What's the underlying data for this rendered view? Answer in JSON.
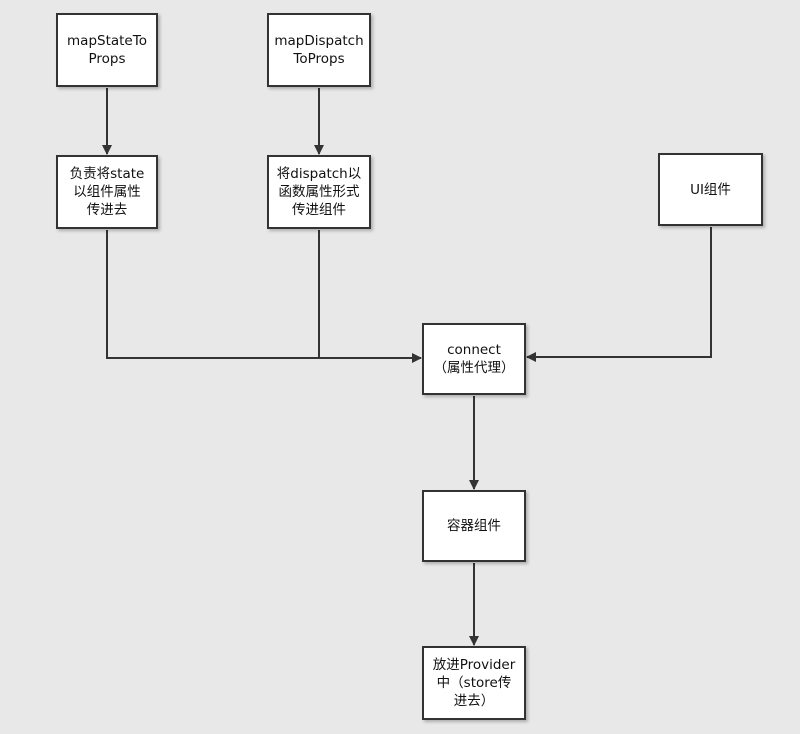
{
  "diagram": {
    "nodes": {
      "mapstate": {
        "label": "mapStateTo\nProps"
      },
      "mapdispatch": {
        "label": "mapDispatch\nToProps"
      },
      "state": {
        "label": "负责将state\n以组件属性\n传进去"
      },
      "dispatch": {
        "label": "将dispatch以\n函数属性形式\n传进组件"
      },
      "ui": {
        "label": "UI组件"
      },
      "connect": {
        "label": "connect\n（属性代理）"
      },
      "container": {
        "label": "容器组件"
      },
      "provider": {
        "label": "放进Provider\n中（store传\n进去）"
      }
    },
    "edges": [
      {
        "from": "mapstate",
        "to": "state"
      },
      {
        "from": "mapdispatch",
        "to": "dispatch"
      },
      {
        "from": "state",
        "to": "connect"
      },
      {
        "from": "dispatch",
        "to": "connect"
      },
      {
        "from": "ui",
        "to": "connect"
      },
      {
        "from": "connect",
        "to": "container"
      },
      {
        "from": "container",
        "to": "provider"
      }
    ],
    "colors": {
      "background": "#e8e8e8",
      "node_fill": "#ffffff",
      "stroke": "#333333"
    }
  }
}
